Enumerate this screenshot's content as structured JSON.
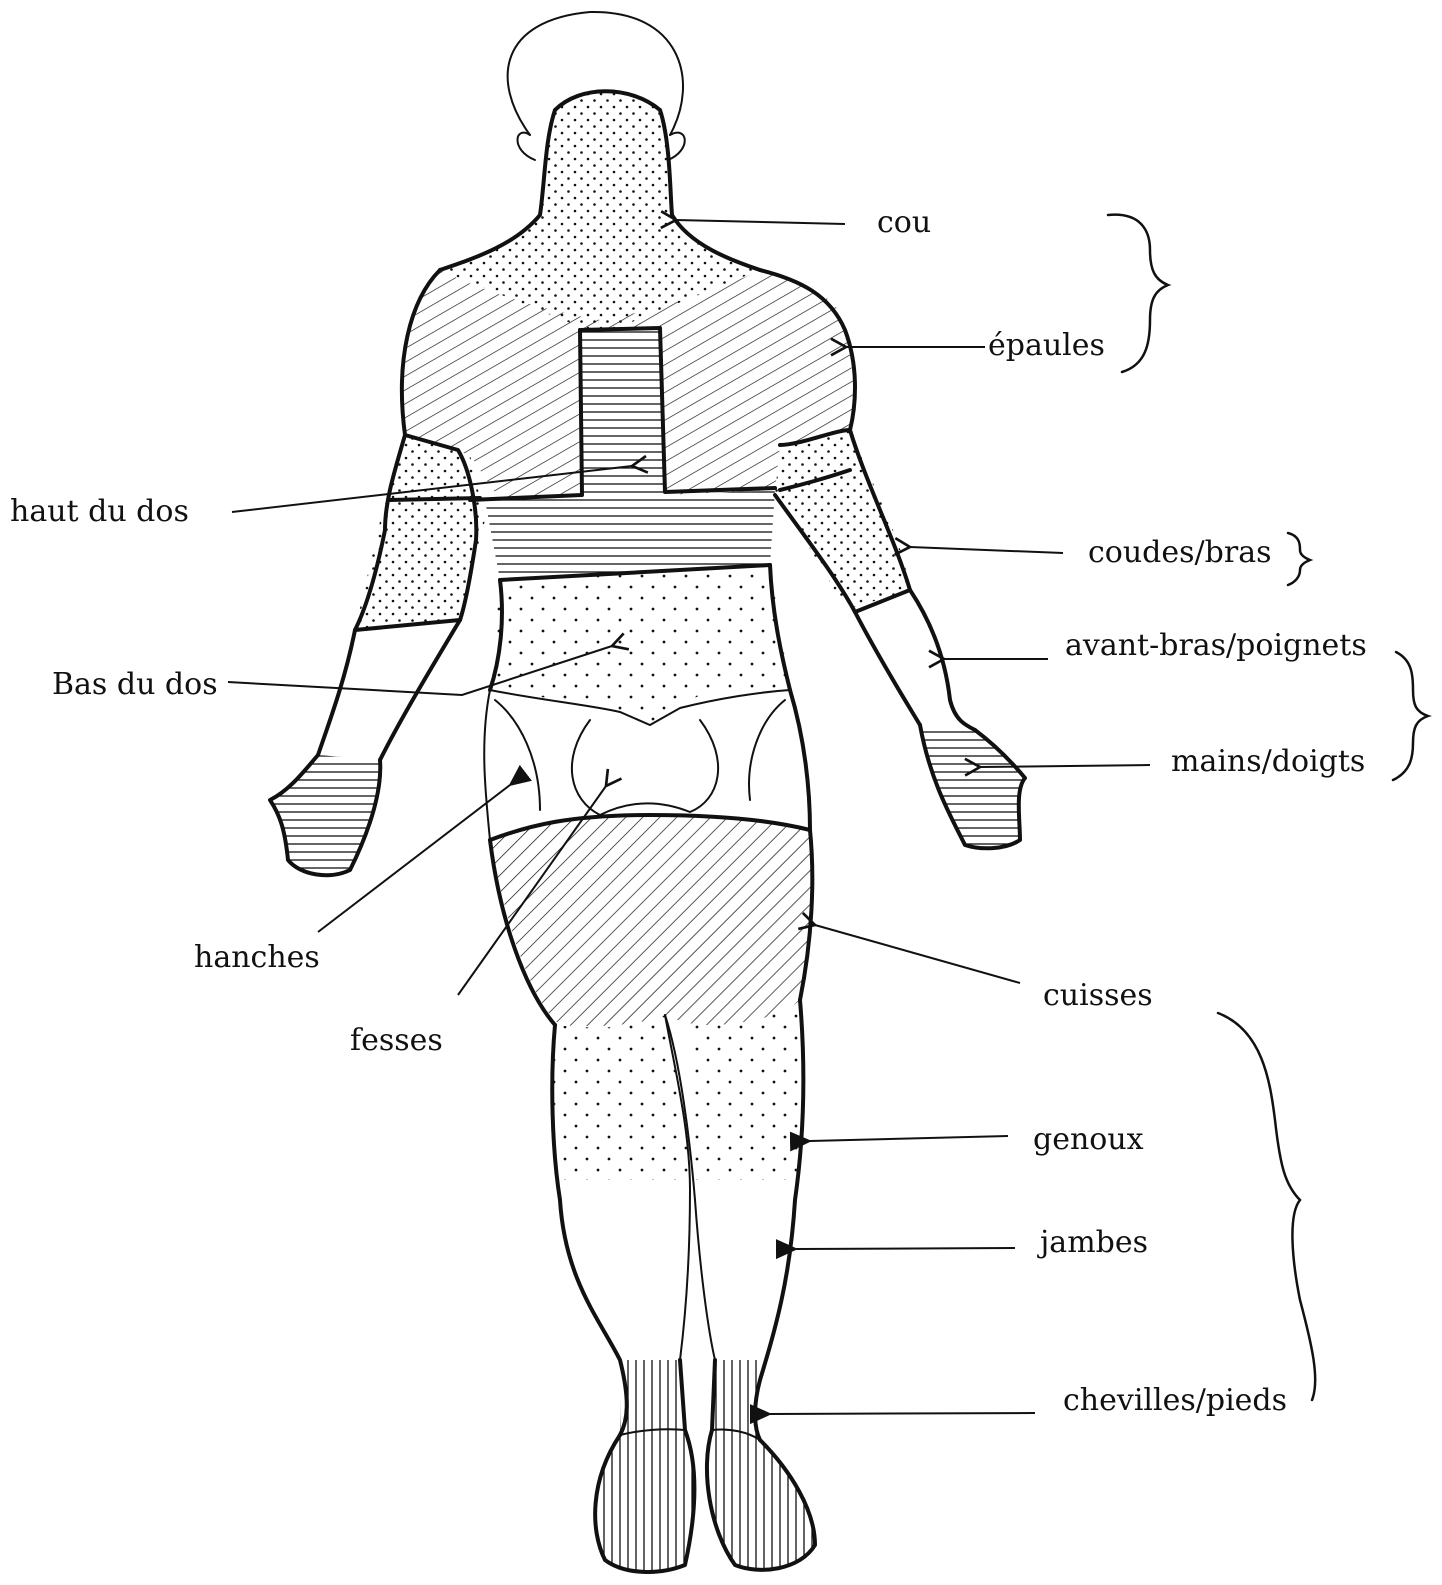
{
  "labels": {
    "cou": "cou",
    "epaules": "épaules",
    "haut_du_dos": "haut du dos",
    "coudes_bras": "coudes/bras",
    "avant_bras": "avant-bras/poignets",
    "bas_du_dos": "Bas du dos",
    "mains": "mains/doigts",
    "hanches": "hanches",
    "cuisses": "cuisses",
    "fesses": "fesses",
    "genoux": "genoux",
    "jambes": "jambes",
    "chevilles": "chevilles/pieds"
  }
}
